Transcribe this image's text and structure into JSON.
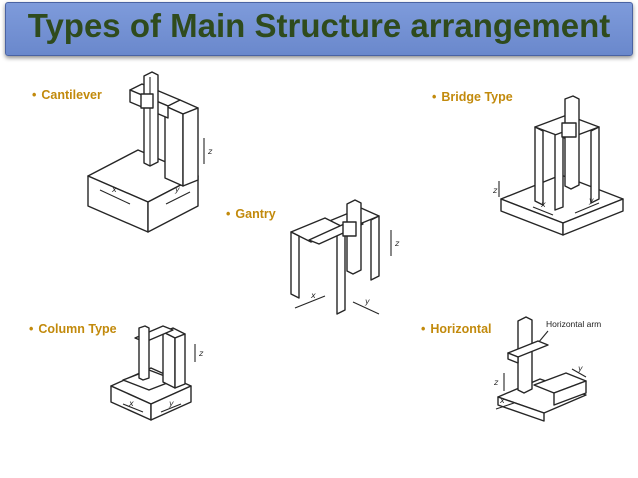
{
  "title": "Types of Main Structure arrangement",
  "bullet_glyph": "•",
  "types": {
    "cantilever": "Cantilever",
    "bridge": "Bridge Type",
    "gantry": "Gantry",
    "column": "Column Type",
    "horizontal": "Horizontal"
  },
  "axes": {
    "x": "x",
    "y": "y",
    "z": "z"
  },
  "horizontal_arm_caption": "Horizontal arm",
  "colors": {
    "title_bar": "#7b97d9",
    "title_text": "#2f4b1d",
    "labels": "#c28a0c",
    "line_art": "#262626"
  }
}
